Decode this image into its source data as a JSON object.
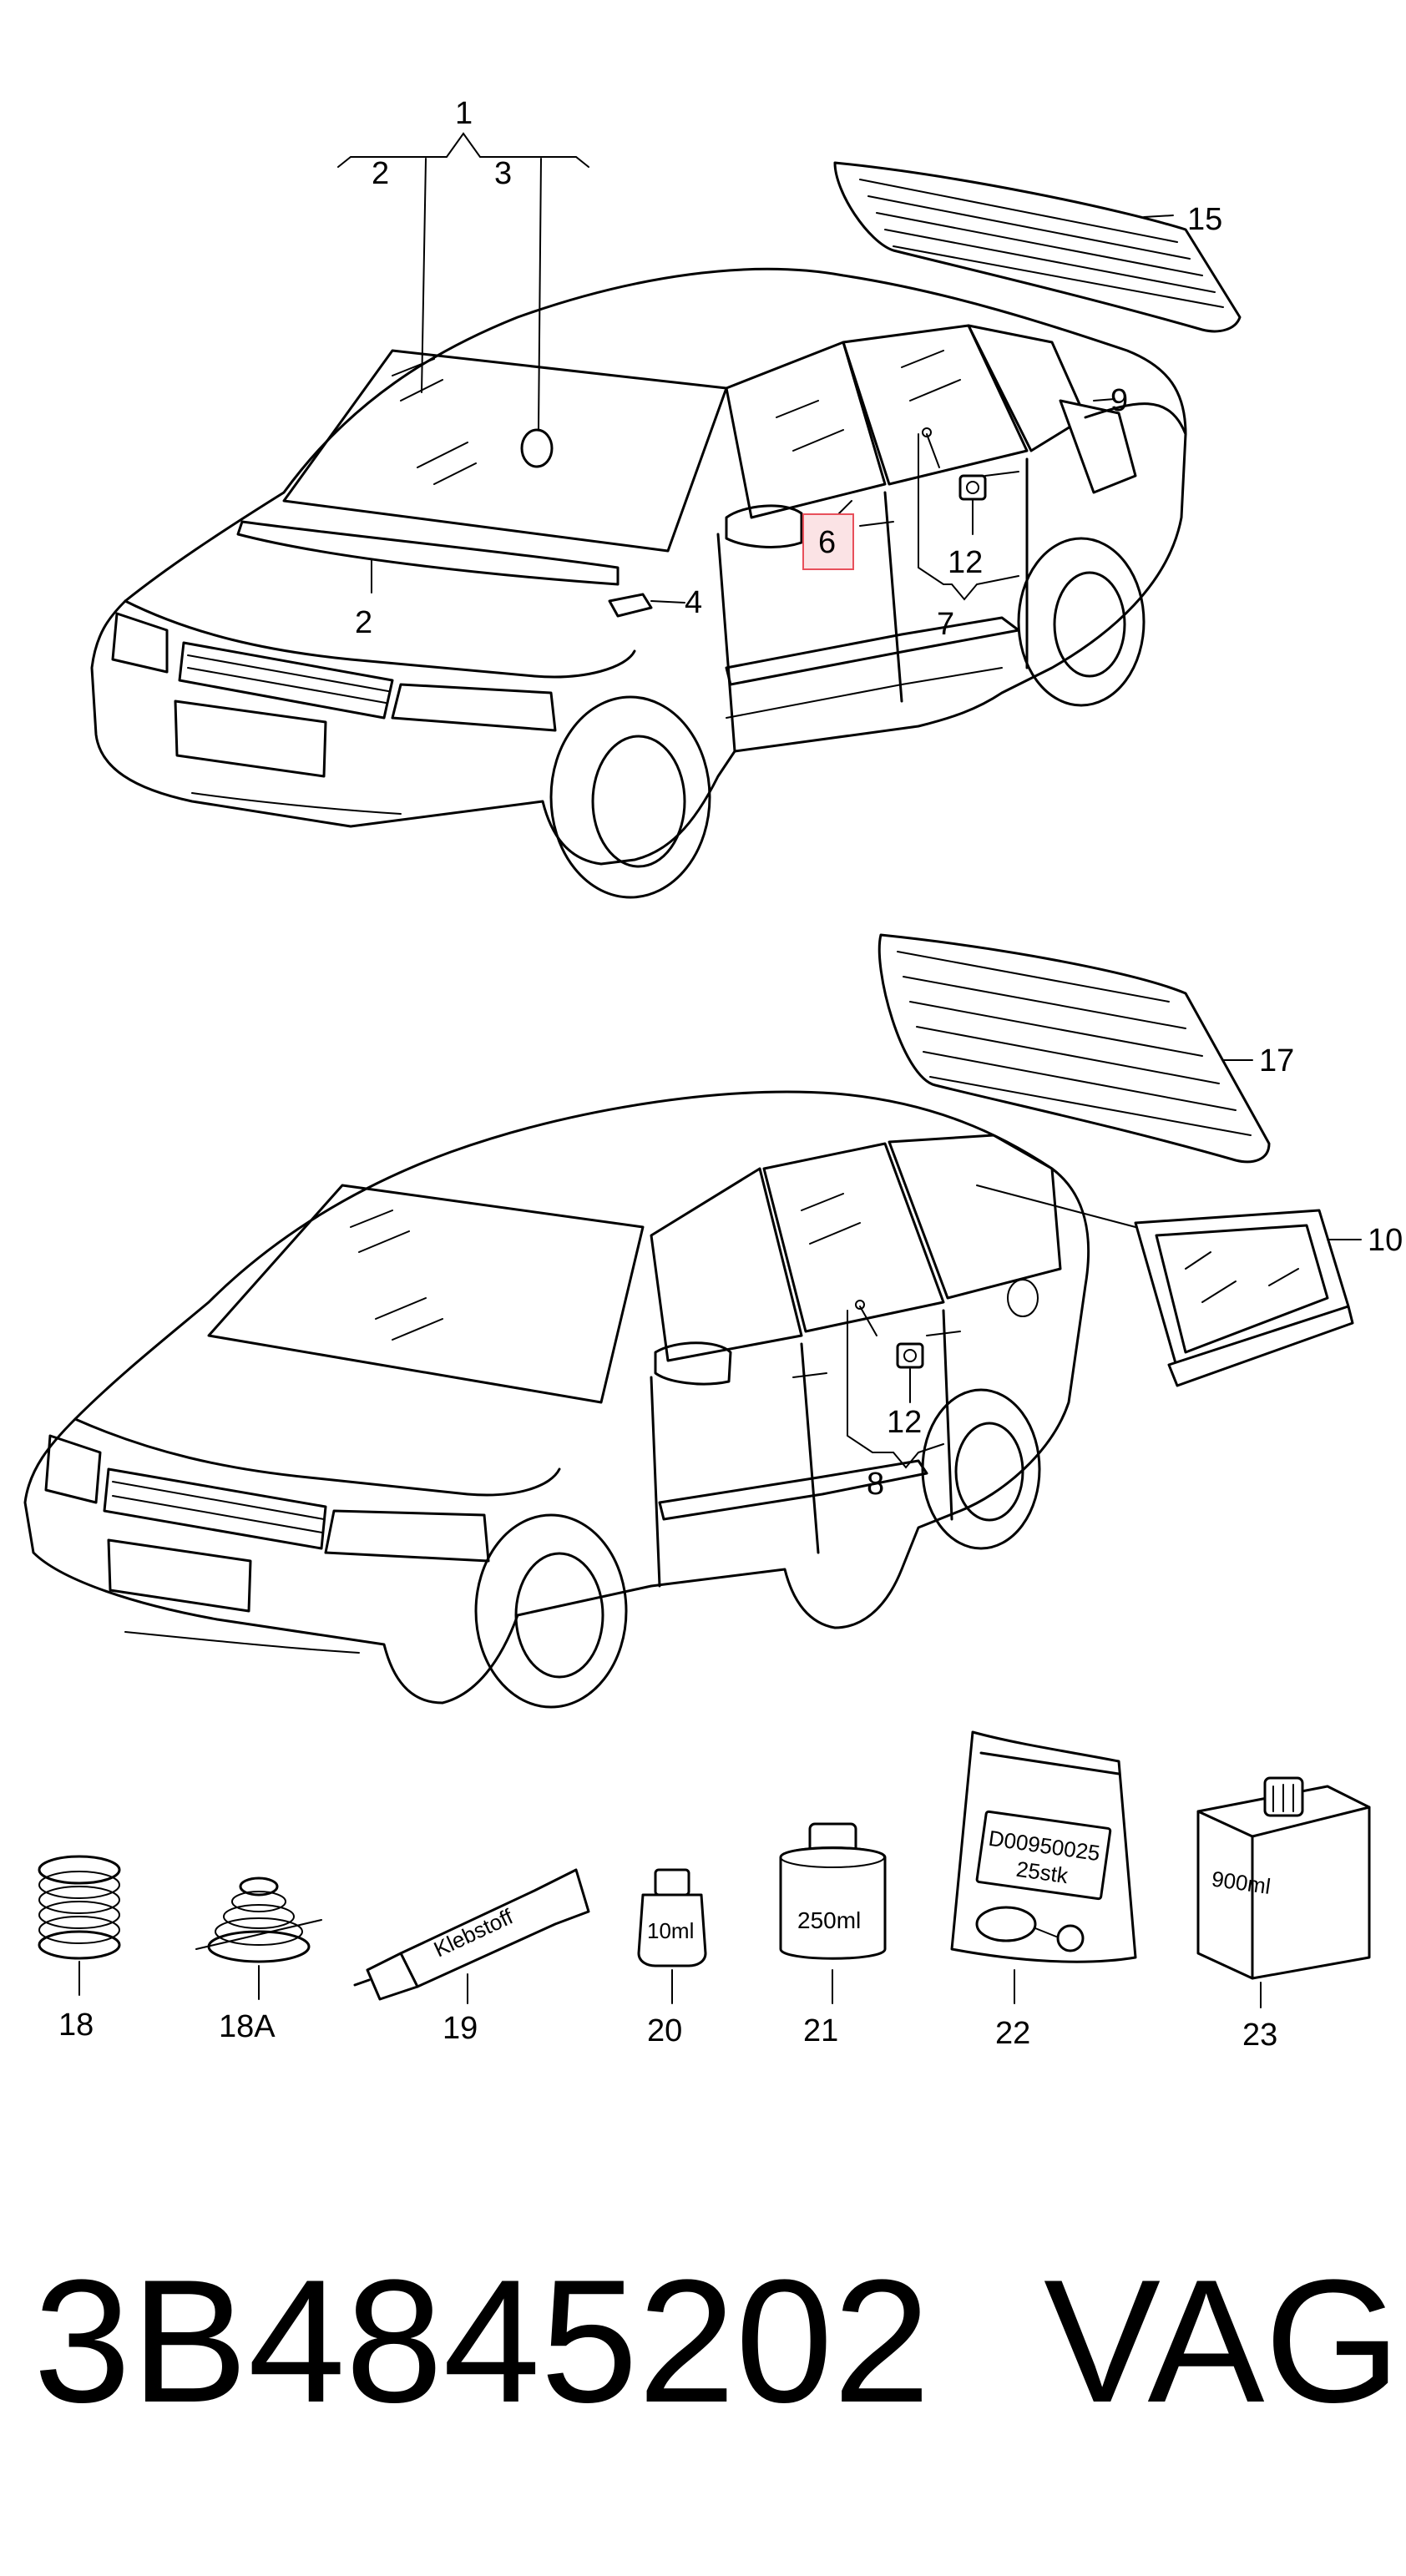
{
  "callouts": {
    "c1": "1",
    "c2a": "2",
    "c3": "3",
    "c15": "15",
    "c9": "9",
    "c2b": "2",
    "c4": "4",
    "c6": "6",
    "c12a": "12",
    "c7": "7",
    "c17": "17",
    "c10": "10",
    "c12b": "12",
    "c8": "8",
    "c18": "18",
    "c18a": "18A",
    "c19": "19",
    "c20": "20",
    "c21": "21",
    "c22": "22",
    "c23": "23"
  },
  "product_labels": {
    "tube": "Klebstoff",
    "bottle_small": "10ml",
    "can": "250ml",
    "bag_code": "D00950025",
    "bag_qty": "25stk",
    "canister": "900ml"
  },
  "highlight_color": "#e8505b",
  "footer": {
    "part_number": "3B4845202",
    "brand": "VAG"
  }
}
